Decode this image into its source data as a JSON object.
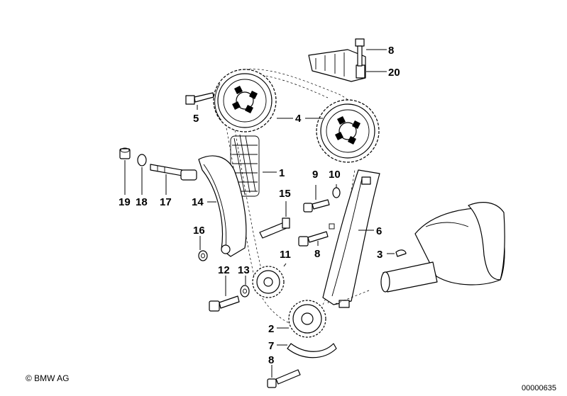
{
  "callouts": [
    {
      "id": "label-1",
      "text": "1"
    },
    {
      "id": "label-2",
      "text": "2"
    },
    {
      "id": "label-3",
      "text": "3"
    },
    {
      "id": "label-4",
      "text": "4"
    },
    {
      "id": "label-5",
      "text": "5"
    },
    {
      "id": "label-6",
      "text": "6"
    },
    {
      "id": "label-7",
      "text": "7"
    },
    {
      "id": "label-8-top",
      "text": "8"
    },
    {
      "id": "label-8-mid",
      "text": "8"
    },
    {
      "id": "label-8-bottom",
      "text": "8"
    },
    {
      "id": "label-9",
      "text": "9"
    },
    {
      "id": "label-10",
      "text": "10"
    },
    {
      "id": "label-11",
      "text": "11"
    },
    {
      "id": "label-12",
      "text": "12"
    },
    {
      "id": "label-13",
      "text": "13"
    },
    {
      "id": "label-14",
      "text": "14"
    },
    {
      "id": "label-15",
      "text": "15"
    },
    {
      "id": "label-16",
      "text": "16"
    },
    {
      "id": "label-17",
      "text": "17"
    },
    {
      "id": "label-18",
      "text": "18"
    },
    {
      "id": "label-19",
      "text": "19"
    },
    {
      "id": "label-20",
      "text": "20"
    }
  ],
  "footer": {
    "copyright": "© BMW AG",
    "document_number": "00000635"
  }
}
